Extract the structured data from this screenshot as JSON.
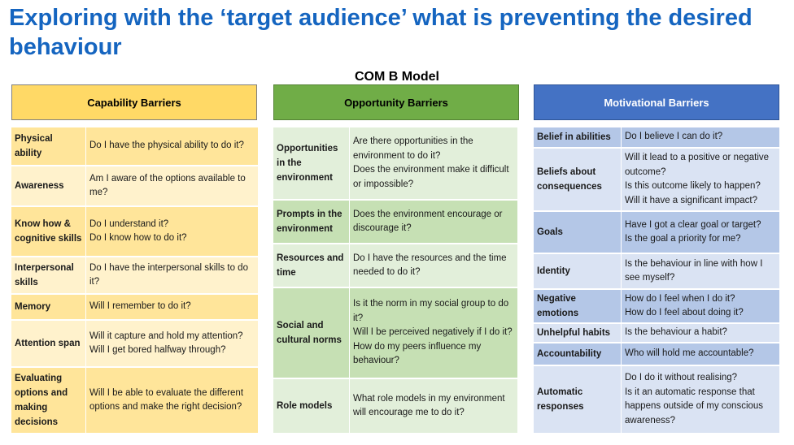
{
  "title": "Exploring with the ‘target audience’ what is preventing the desired behaviour",
  "subtitle": "COM B Model",
  "columns": {
    "capability": {
      "heading": "Capability Barriers",
      "rows": [
        {
          "label": "Physical ability",
          "text": "Do I have the physical ability to do it?"
        },
        {
          "label": "Awareness",
          "text": "Am I aware of the options available to me?"
        },
        {
          "label": "Know how &\ncognitive skills",
          "text": "Do I understand it?\nDo I know how to do it?"
        },
        {
          "label": "Interpersonal\nskills",
          "text": "Do I have the interpersonal skills to do it?"
        },
        {
          "label": "Memory",
          "text": "Will I remember to do it?"
        },
        {
          "label": "Attention span",
          "text": "Will it capture and hold my attention?\nWill I get bored halfway through?"
        },
        {
          "label": "Evaluating\noptions and\nmaking\ndecisions",
          "text": "Will I be able to evaluate the different options and make the right decision?"
        }
      ]
    },
    "opportunity": {
      "heading": "Opportunity Barriers",
      "rows": [
        {
          "label": "Opportunities\nin the\nenvironment",
          "text": "Are there opportunities in the environment to do it?\nDoes the environment  make it difficult or impossible?"
        },
        {
          "label": "Prompts  in the\nenvironment",
          "text": "Does the environment encourage or discourage it?"
        },
        {
          "label": "Resources and\ntime",
          "text": "Do I have the resources and the time needed to do it?"
        },
        {
          "label": "Social and\ncultural norms",
          "text": "Is it the norm in my social group to do it?\nWill I be perceived negatively if I do it?\nHow do my peers influence my behaviour?"
        },
        {
          "label": "Role models",
          "text": "What role models in my environment will encourage me to do it?"
        }
      ]
    },
    "motivation": {
      "heading": "Motivational Barriers",
      "rows": [
        {
          "label": "Belief in abilities",
          "text": "Do I believe I can do it?"
        },
        {
          "label": "Beliefs about\nconsequences",
          "text": "Will it lead to a positive or negative outcome?\nIs this outcome likely to happen?\nWill it have a significant impact?"
        },
        {
          "label": "Goals",
          "text": "Have I got a clear goal or target?\nIs the goal a priority for me?"
        },
        {
          "label": "Identity",
          "text": "Is the behaviour in line with how I see myself?"
        },
        {
          "label": "Negative emotions",
          "text": "How do I feel when I do it?\nHow do I feel about doing it?"
        },
        {
          "label": "Unhelpful habits",
          "text": "Is the behaviour a habit?"
        },
        {
          "label": "Accountability",
          "text": "Who will hold me accountable?"
        },
        {
          "label": "Automatic\nresponses",
          "text": "Do I do it without realising?\nIs it an automatic response that happens outside of my conscious awareness?"
        }
      ]
    }
  }
}
